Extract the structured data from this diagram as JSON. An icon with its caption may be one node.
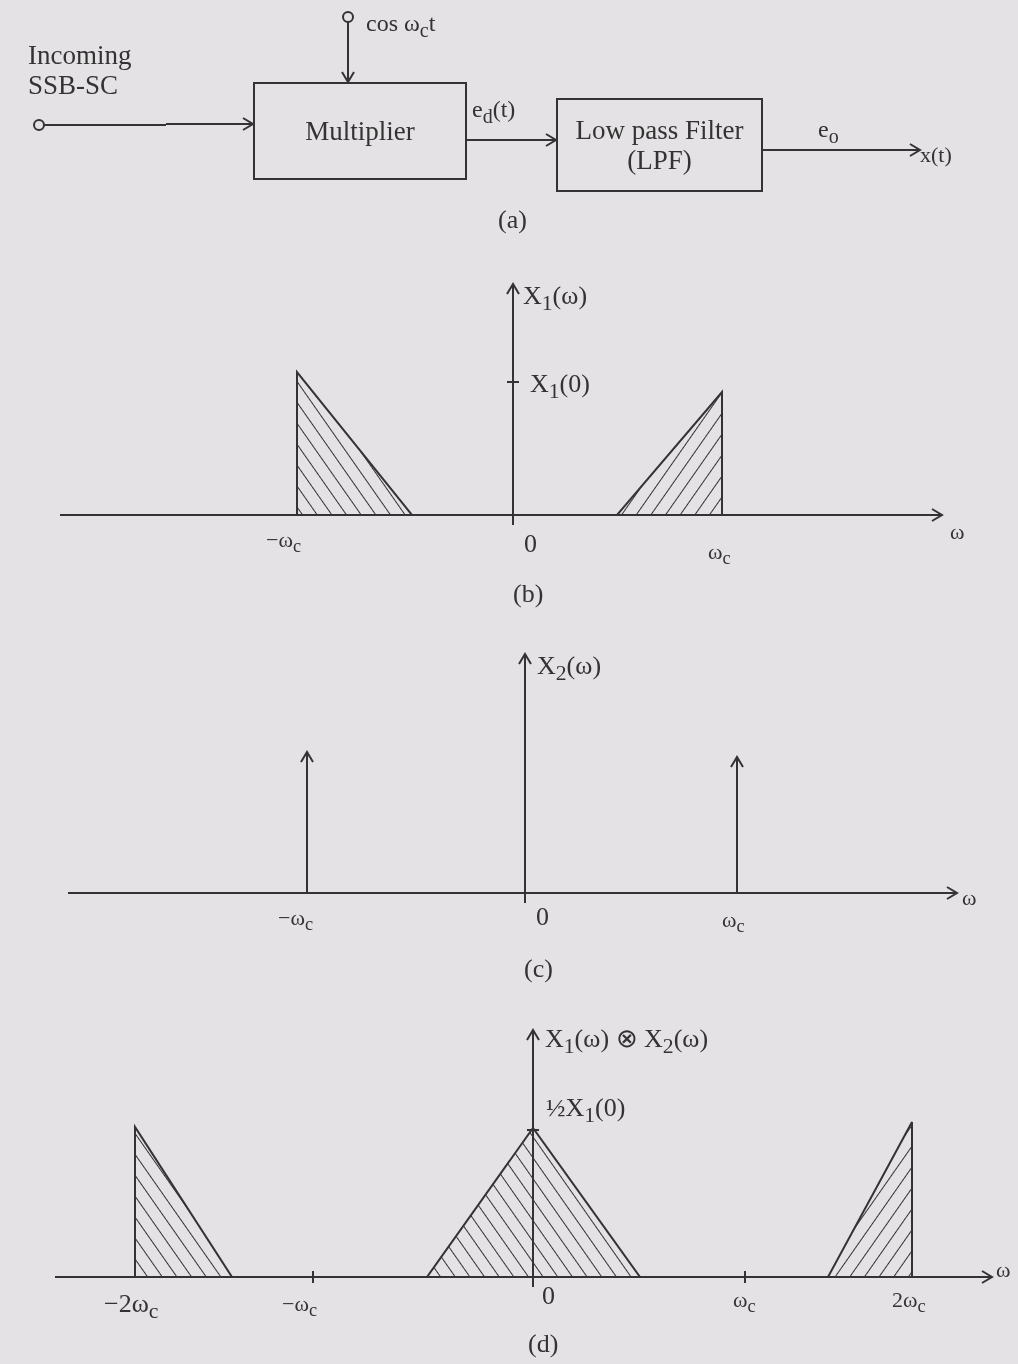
{
  "diagram": {
    "nodes": [
      {
        "text": [
          "Incoming SSB-SC"
        ]
      },
      {
        "text": [
          "cos ω$_{c}$t"
        ]
      },
      {
        "text": [
          "Multiplier"
        ]
      },
      {
        "text": [
          "Low pass Filter (LPF)"
        ]
      },
      {
        "text": [
          "x(t)"
        ]
      }
    ],
    "edges": [
      {
        "from": 0,
        "to": 2,
        "arrow": "to"
      },
      {
        "from": 1,
        "to": 2,
        "arrow": "to"
      },
      {
        "from": 2,
        "to": 3,
        "arrow": "to",
        "label": "e$_{d}$(t)"
      },
      {
        "from": 3,
        "to": 4,
        "arrow": "to",
        "label": "e$_{o}$"
      }
    ],
    "labels": [
      "(a)",
      "X$_{1}$(ω)",
      "X$_{1}$(0)",
      "−ω$_{c}$",
      "0",
      "ω$_{c}$",
      "ω",
      "(b)",
      "X$_{2}$(ω)",
      "−ω$_{c}$",
      "0",
      "ω$_{c}$",
      "ω",
      "(c)",
      "X$_{1}$(ω) ⊗ X$_{2}$(ω)",
      "½X$_{1}$(0)",
      "−2ω$_{c}$",
      "−ω$_{c}$",
      "0",
      "ω$_{c}$",
      "2ω$_{c}$",
      "ω",
      "(d)"
    ]
  }
}
